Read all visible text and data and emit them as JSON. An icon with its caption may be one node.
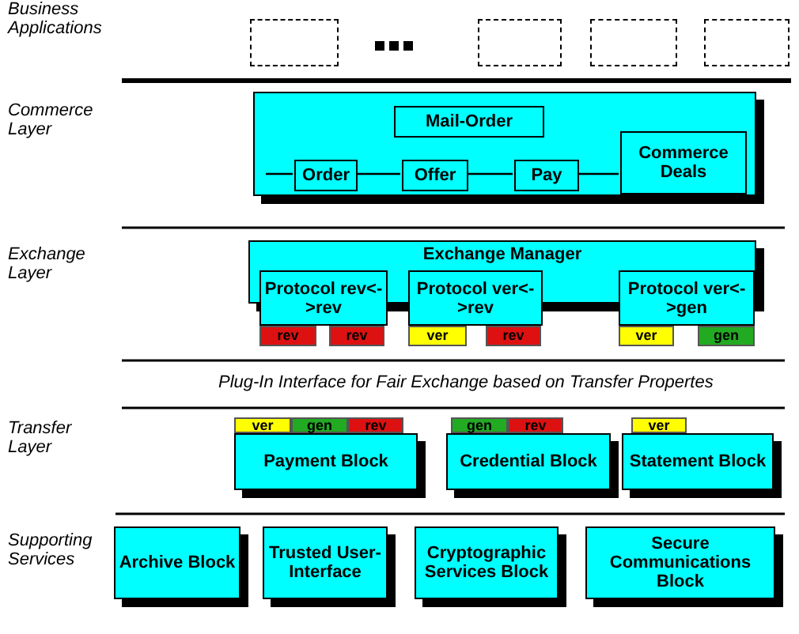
{
  "diagram": {
    "nodes": [
      {
        "text": [],
        "shape": "box"
      },
      {
        "text": [],
        "shape": "box"
      },
      {
        "text": [],
        "shape": "box"
      },
      {
        "text": [],
        "shape": "box"
      },
      {
        "text": [],
        "shape": "box"
      },
      {
        "text": [
          "Mail-Order"
        ],
        "in": 4
      },
      {
        "text": [
          "Order"
        ],
        "in": 4
      },
      {
        "text": [
          "Offer"
        ],
        "in": 4
      },
      {
        "text": [
          "Pay"
        ],
        "in": 4
      },
      {
        "text": [
          "Commerce Deals"
        ],
        "in": 4
      },
      {
        "text": [
          "Exchange Manager"
        ]
      },
      {
        "text": [
          "Protocol rev<->rev"
        ]
      },
      {
        "text": [
          "Protocol ver<->rev"
        ]
      },
      {
        "text": [
          "Protocol ver<->gen"
        ]
      },
      {
        "text": [
          "rev"
        ]
      },
      {
        "text": [
          "rev"
        ]
      },
      {
        "text": [
          "ver"
        ]
      },
      {
        "text": [
          "rev"
        ]
      },
      {
        "text": [
          "ver"
        ]
      },
      {
        "text": [
          "gen"
        ]
      },
      {
        "text": [
          "Payment Block"
        ]
      },
      {
        "text": [
          "ver"
        ]
      },
      {
        "text": [
          "gen"
        ]
      },
      {
        "text": [
          "rev"
        ]
      },
      {
        "text": [
          "Credential Block"
        ]
      },
      {
        "text": [
          "gen"
        ]
      },
      {
        "text": [
          "rev"
        ]
      },
      {
        "text": [
          "Statement Block"
        ]
      },
      {
        "text": [
          "ver"
        ]
      },
      {
        "text": [
          "Archive Block"
        ]
      },
      {
        "text": [
          "Trusted User-Interface"
        ]
      },
      {
        "text": [
          "Cryptographic Services Block"
        ]
      },
      {
        "text": [
          "Secure Communications Block"
        ]
      }
    ],
    "edges": [
      {
        "from": null,
        "to": 6,
        "arrow": "none"
      },
      {
        "from": 6,
        "to": 7,
        "arrow": "none"
      },
      {
        "from": 7,
        "to": 8,
        "arrow": "none"
      },
      {
        "from": 8,
        "to": 9,
        "arrow": "none"
      }
    ],
    "labels": [
      "Business Applications",
      "Commerce Layer",
      "Exchange Layer",
      "Plug-In Interface for Fair Exchange based on Transfer Propertes",
      "Transfer Layer",
      "Supporting Services"
    ]
  }
}
